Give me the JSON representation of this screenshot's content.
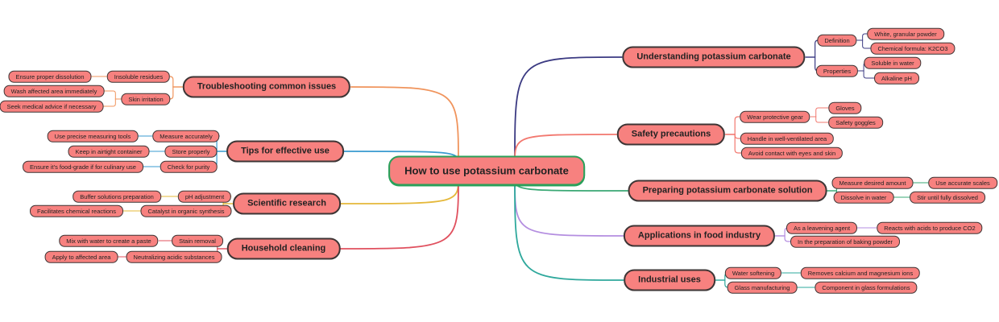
{
  "mindmap": {
    "root": "How to use potassium carbonate",
    "branches": [
      {
        "label": "Understanding potassium carbonate",
        "color": "#3b3a82",
        "children": [
          {
            "label": "Definition",
            "children": [
              {
                "label": "White, granular powder"
              },
              {
                "label": "Chemical formula: K2CO3"
              }
            ]
          },
          {
            "label": "Properties",
            "children": [
              {
                "label": "Soluble in water"
              },
              {
                "label": "Alkaline pH"
              }
            ]
          }
        ]
      },
      {
        "label": "Safety precautions",
        "color": "#f2786f",
        "children": [
          {
            "label": "Wear protective gear",
            "children": [
              {
                "label": "Gloves"
              },
              {
                "label": "Safety goggles"
              }
            ]
          },
          {
            "label": "Handle in well-ventilated area"
          },
          {
            "label": "Avoid contact with eyes and skin"
          }
        ]
      },
      {
        "label": "Preparing potassium carbonate solution",
        "color": "#3aa874",
        "children": [
          {
            "label": "Measure desired amount",
            "children": [
              {
                "label": "Use accurate scales"
              }
            ]
          },
          {
            "label": "Dissolve in water",
            "children": [
              {
                "label": "Stir until fully dissolved"
              }
            ]
          }
        ]
      },
      {
        "label": "Applications in food industry",
        "color": "#b48ee0",
        "children": [
          {
            "label": "As a leavening agent",
            "children": [
              {
                "label": "Reacts with acids to produce CO2"
              }
            ]
          },
          {
            "label": "In the preparation of baking powder"
          }
        ]
      },
      {
        "label": "Industrial uses",
        "color": "#2ea89c",
        "children": [
          {
            "label": "Water softening",
            "children": [
              {
                "label": "Removes calcium and magnesium ions"
              }
            ]
          },
          {
            "label": "Glass manufacturing",
            "children": [
              {
                "label": "Component in glass formulations"
              }
            ]
          }
        ]
      },
      {
        "label": "Troubleshooting common issues",
        "color": "#f0945c",
        "children": [
          {
            "label": "Insoluble residues",
            "children": [
              {
                "label": "Ensure proper dissolution"
              }
            ]
          },
          {
            "label": "Skin irritation",
            "children": [
              {
                "label": "Wash affected area immediately"
              },
              {
                "label": "Seek medical advice if necessary"
              }
            ]
          }
        ]
      },
      {
        "label": "Tips for effective use",
        "color": "#3a9bd0",
        "children": [
          {
            "label": "Measure accurately",
            "children": [
              {
                "label": "Use precise measuring tools"
              }
            ]
          },
          {
            "label": "Store properly",
            "children": [
              {
                "label": "Keep in airtight container"
              }
            ]
          },
          {
            "label": "Check for purity",
            "children": [
              {
                "label": "Ensure it's food-grade if for culinary use"
              }
            ]
          }
        ]
      },
      {
        "label": "Scientific research",
        "color": "#e5b83a",
        "children": [
          {
            "label": "pH adjustment",
            "children": [
              {
                "label": "Buffer solutions preparation"
              }
            ]
          },
          {
            "label": "Catalyst in organic synthesis",
            "children": [
              {
                "label": "Facilitates chemical reactions"
              }
            ]
          }
        ]
      },
      {
        "label": "Household cleaning",
        "color": "#e0505e",
        "children": [
          {
            "label": "Stain removal",
            "children": [
              {
                "label": "Mix with water to create a paste"
              }
            ]
          },
          {
            "label": "Neutralizing acidic substances",
            "children": [
              {
                "label": "Apply to affected area"
              }
            ]
          }
        ]
      }
    ]
  }
}
